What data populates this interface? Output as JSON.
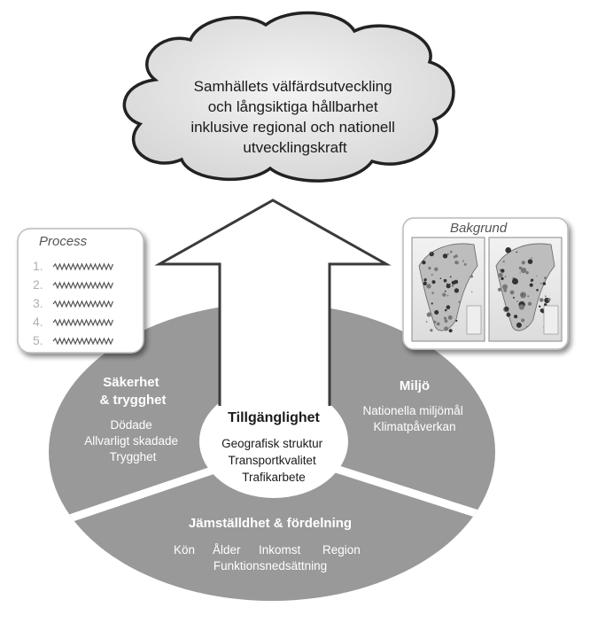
{
  "cloud": {
    "lines": [
      "Samhällets välfärdsutveckling",
      "och långsiktiga hållbarhet",
      "inklusive regional och nationell",
      "utvecklingskraft"
    ]
  },
  "process_card": {
    "title": "Process",
    "items": [
      "1.",
      "2.",
      "3.",
      "4.",
      "5."
    ]
  },
  "background_card": {
    "title": "Bakgrund"
  },
  "center": {
    "title": "Tillgänglighet",
    "items": [
      "Geografisk struktur",
      "Transportkvalitet",
      "Trafikarbete"
    ]
  },
  "safety": {
    "title_lines": [
      "Säkerhet",
      "& trygghet"
    ],
    "items": [
      "Dödade",
      "Allvarligt skadade",
      "Trygghet"
    ]
  },
  "environment": {
    "title": "Miljö",
    "items": [
      "Nationella miljömål",
      "Klimatpåverkan"
    ]
  },
  "equality": {
    "title": "Jämställdhet & fördelning",
    "line1_words": [
      "Kön",
      "Ålder",
      "Inkomst",
      "Region"
    ],
    "line2": "Funktionsnedsättning"
  },
  "colors": {
    "disc": "#999999",
    "center": "#ffffff",
    "arrow_stroke": "#3a3a3a",
    "cloud_fill": "#ebebeb",
    "text_dark": "#1a1a1a",
    "text_light": "#ffffff",
    "process_number": "#b0b0b0",
    "squiggle": "#555555"
  }
}
